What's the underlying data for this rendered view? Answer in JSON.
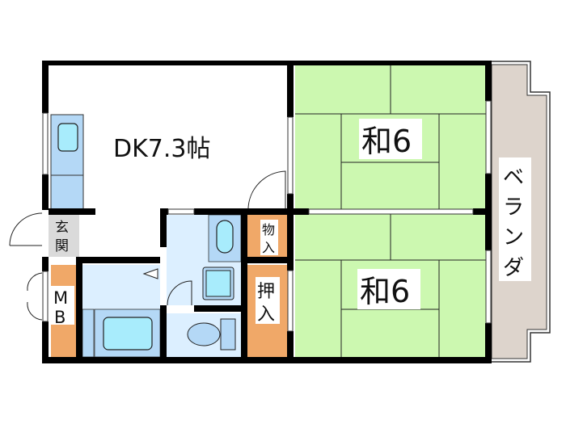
{
  "floorplan": {
    "rooms": {
      "dk": {
        "label": "DK7.3帖",
        "type": "dining-kitchen",
        "size_jo": 7.3
      },
      "washitsu_top": {
        "label": "和6",
        "type": "japanese-room",
        "size_jo": 6
      },
      "washitsu_bottom": {
        "label": "和6",
        "type": "japanese-room",
        "size_jo": 6
      },
      "genkan": {
        "label_1": "玄",
        "label_2": "関",
        "type": "entrance"
      },
      "mb": {
        "label_1": "M",
        "label_2": "B",
        "type": "meter-box"
      },
      "storage": {
        "label_1": "物",
        "label_2": "入",
        "type": "storage"
      },
      "oshiire": {
        "label_1": "押",
        "label_2": "入",
        "type": "closet"
      },
      "veranda": {
        "label_1": "ベ",
        "label_2": "ラ",
        "label_3": "ン",
        "label_4": "ダ",
        "type": "balcony"
      }
    },
    "colors": {
      "wall": "#000000",
      "tatami": "#ccf8b0",
      "wet_area": "#dcefff",
      "fixture": "#b4d8f6",
      "fixture_inner": "#a8ecfc",
      "closet": "#f0a868",
      "entrance": "#dadada",
      "veranda": "#ddd4cc",
      "floor": "#ffffff"
    }
  }
}
